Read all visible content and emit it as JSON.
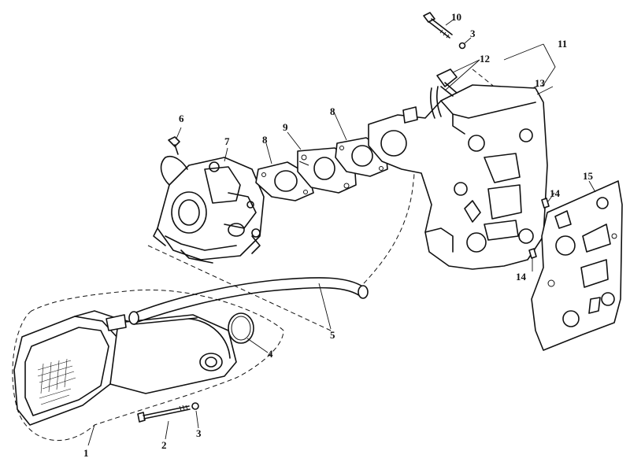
{
  "callouts": {
    "p1": "1",
    "p2": "2",
    "p3a": "3",
    "p3b": "3",
    "p4": "4",
    "p5": "5",
    "p6": "6",
    "p7": "7",
    "p8a": "8",
    "p8b": "8",
    "p9": "9",
    "p10": "10",
    "p11": "11",
    "p12": "12",
    "p13": "13",
    "p14a": "14",
    "p14b": "14",
    "p15": "15"
  }
}
